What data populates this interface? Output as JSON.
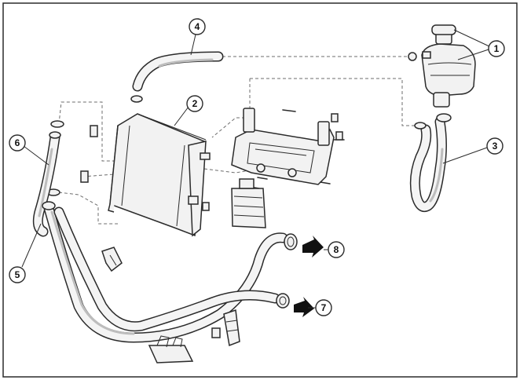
{
  "callouts": [
    {
      "id": "1",
      "label": "1"
    },
    {
      "id": "2",
      "label": "2"
    },
    {
      "id": "3",
      "label": "3"
    },
    {
      "id": "4",
      "label": "4"
    },
    {
      "id": "5",
      "label": "5"
    },
    {
      "id": "6",
      "label": "6"
    },
    {
      "id": "7",
      "label": "7"
    },
    {
      "id": "8",
      "label": "8"
    }
  ],
  "colors": {
    "ink": "#2b2b2b",
    "paper": "#ffffff",
    "shade": "#bdbdbd"
  }
}
